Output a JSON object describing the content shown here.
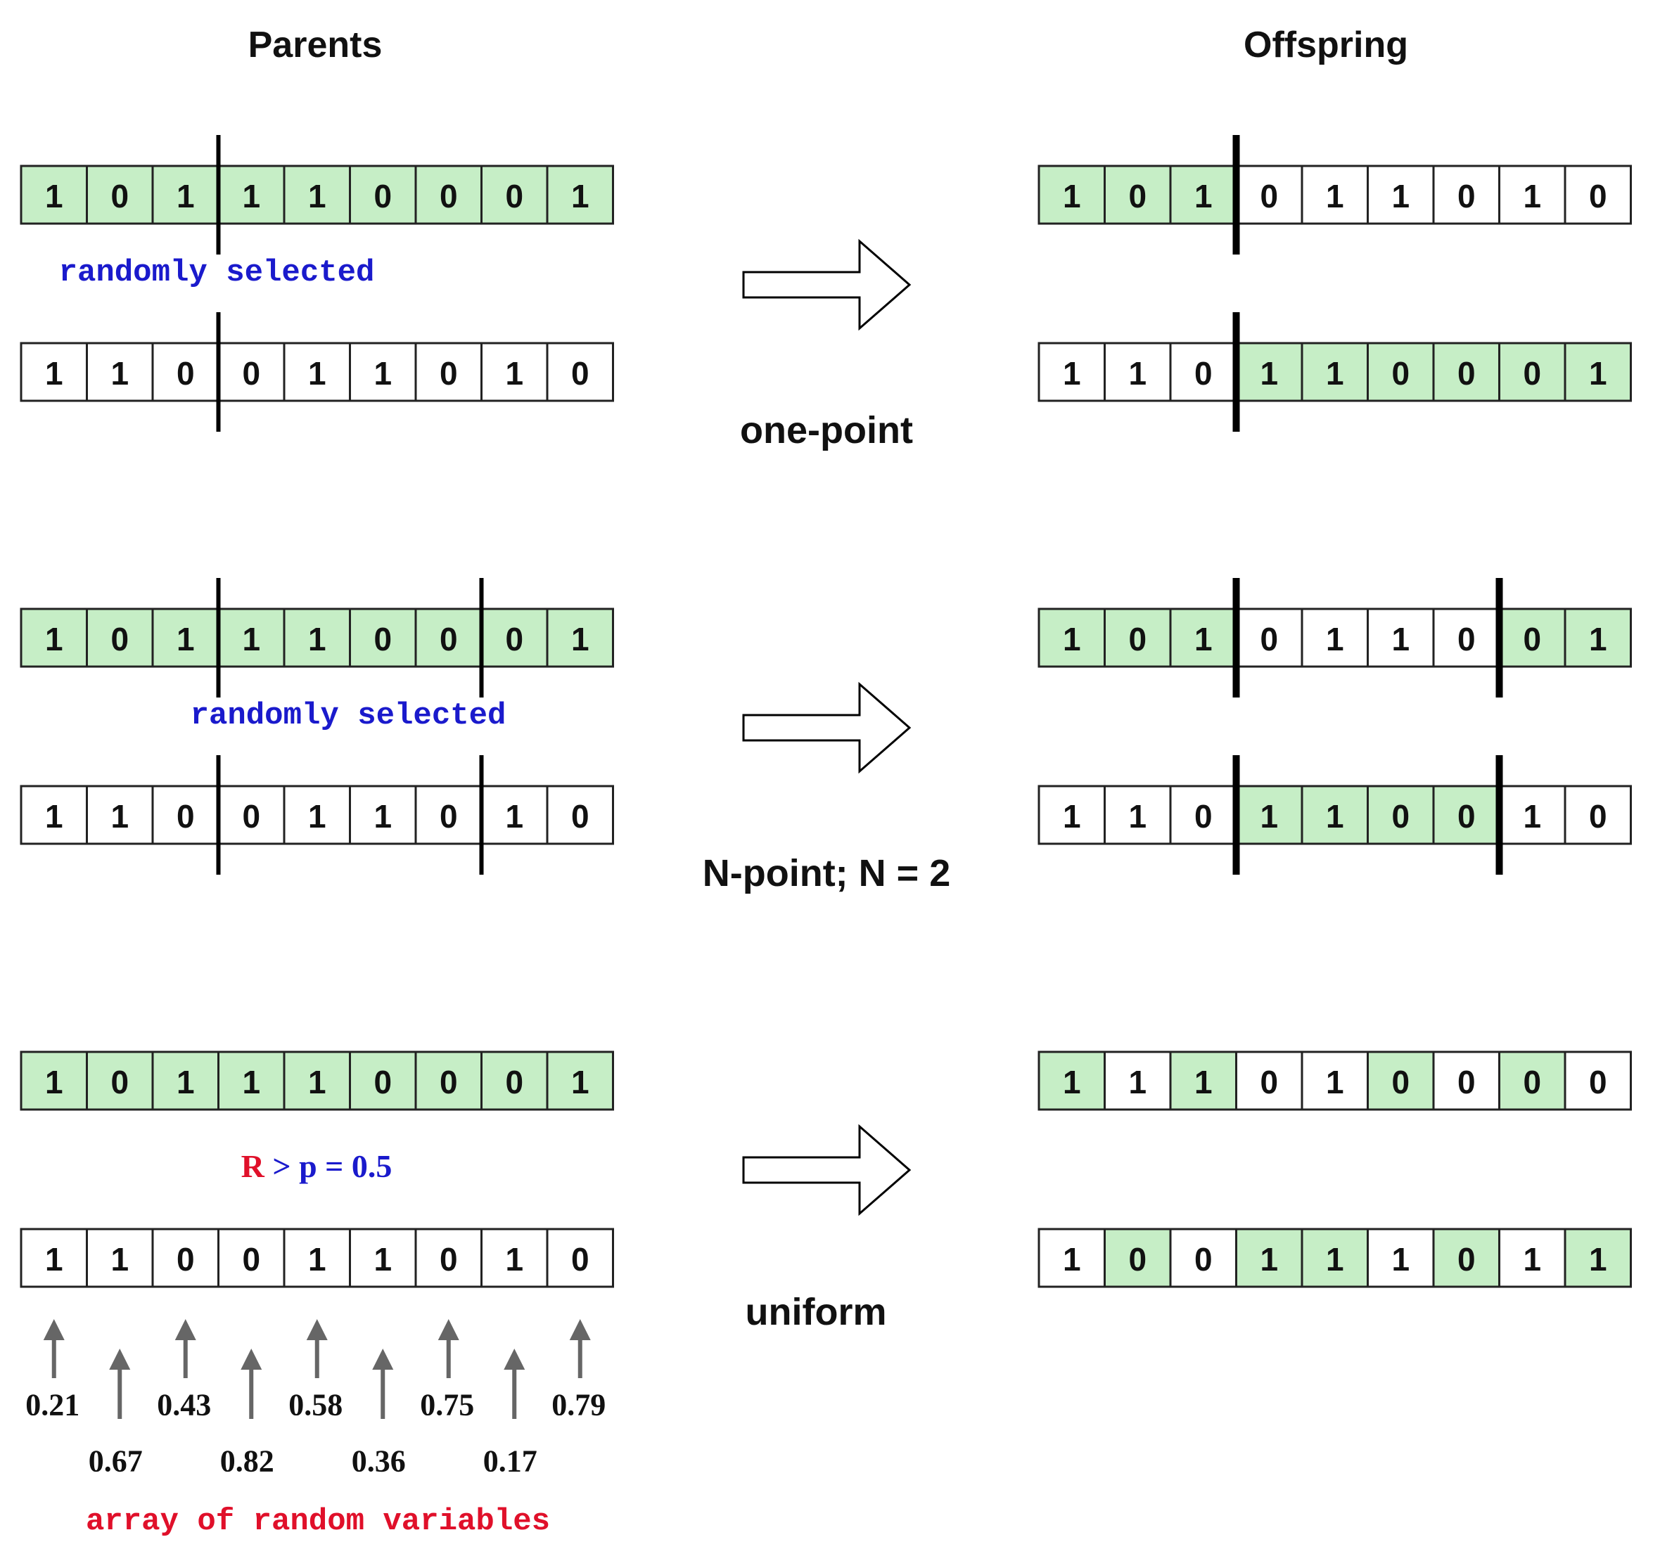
{
  "headings": {
    "parents": "Parents",
    "offspring": "Offspring"
  },
  "colors": {
    "highlight": "#c6eec6",
    "plain": "#ffffff",
    "border": "#222222",
    "blue": "#1a1acc",
    "red": "#e0102a",
    "arrow_gray": "#666666"
  },
  "sections": [
    {
      "method_label": "one-point",
      "parent1": [
        "1",
        "0",
        "1",
        "1",
        "1",
        "0",
        "0",
        "0",
        "1"
      ],
      "parent2": [
        "1",
        "1",
        "0",
        "0",
        "1",
        "1",
        "0",
        "1",
        "0"
      ],
      "note": "randomly selected",
      "cut_points": [
        3
      ],
      "offspring1": [
        "1",
        "0",
        "1",
        "0",
        "1",
        "1",
        "0",
        "1",
        "0"
      ],
      "offspring2": [
        "1",
        "1",
        "0",
        "1",
        "1",
        "0",
        "0",
        "0",
        "1"
      ],
      "offspring1_highlight": [
        true,
        true,
        true,
        false,
        false,
        false,
        false,
        false,
        false
      ],
      "offspring2_highlight": [
        false,
        false,
        false,
        true,
        true,
        true,
        true,
        true,
        true
      ]
    },
    {
      "method_label": "N-point; N = 2",
      "parent1": [
        "1",
        "0",
        "1",
        "1",
        "1",
        "0",
        "0",
        "0",
        "1"
      ],
      "parent2": [
        "1",
        "1",
        "0",
        "0",
        "1",
        "1",
        "0",
        "1",
        "0"
      ],
      "note": "randomly selected",
      "cut_points": [
        3,
        7
      ],
      "offspring1": [
        "1",
        "0",
        "1",
        "0",
        "1",
        "1",
        "0",
        "0",
        "1"
      ],
      "offspring2": [
        "1",
        "1",
        "0",
        "1",
        "1",
        "0",
        "0",
        "1",
        "0"
      ],
      "offspring1_highlight": [
        true,
        true,
        true,
        false,
        false,
        false,
        false,
        true,
        true
      ],
      "offspring2_highlight": [
        false,
        false,
        false,
        true,
        true,
        true,
        true,
        false,
        false
      ]
    },
    {
      "method_label": "uniform",
      "parent1": [
        "1",
        "0",
        "1",
        "1",
        "1",
        "0",
        "0",
        "0",
        "1"
      ],
      "parent2": [
        "1",
        "1",
        "0",
        "0",
        "1",
        "1",
        "0",
        "1",
        "0"
      ],
      "note_r": "R",
      "note_rest": " > p = 0.5",
      "cut_points": [],
      "offspring1": [
        "1",
        "1",
        "1",
        "0",
        "1",
        "0",
        "0",
        "0",
        "0"
      ],
      "offspring2": [
        "1",
        "0",
        "0",
        "1",
        "1",
        "1",
        "0",
        "1",
        "1"
      ],
      "offspring1_highlight": [
        true,
        false,
        true,
        false,
        false,
        true,
        false,
        true,
        false
      ],
      "offspring2_highlight": [
        false,
        true,
        false,
        true,
        true,
        false,
        true,
        false,
        true
      ],
      "random_values": [
        "0.21",
        "0.67",
        "0.43",
        "0.82",
        "0.58",
        "0.36",
        "0.75",
        "0.17",
        "0.79"
      ],
      "random_caption": "array of random variables"
    }
  ]
}
